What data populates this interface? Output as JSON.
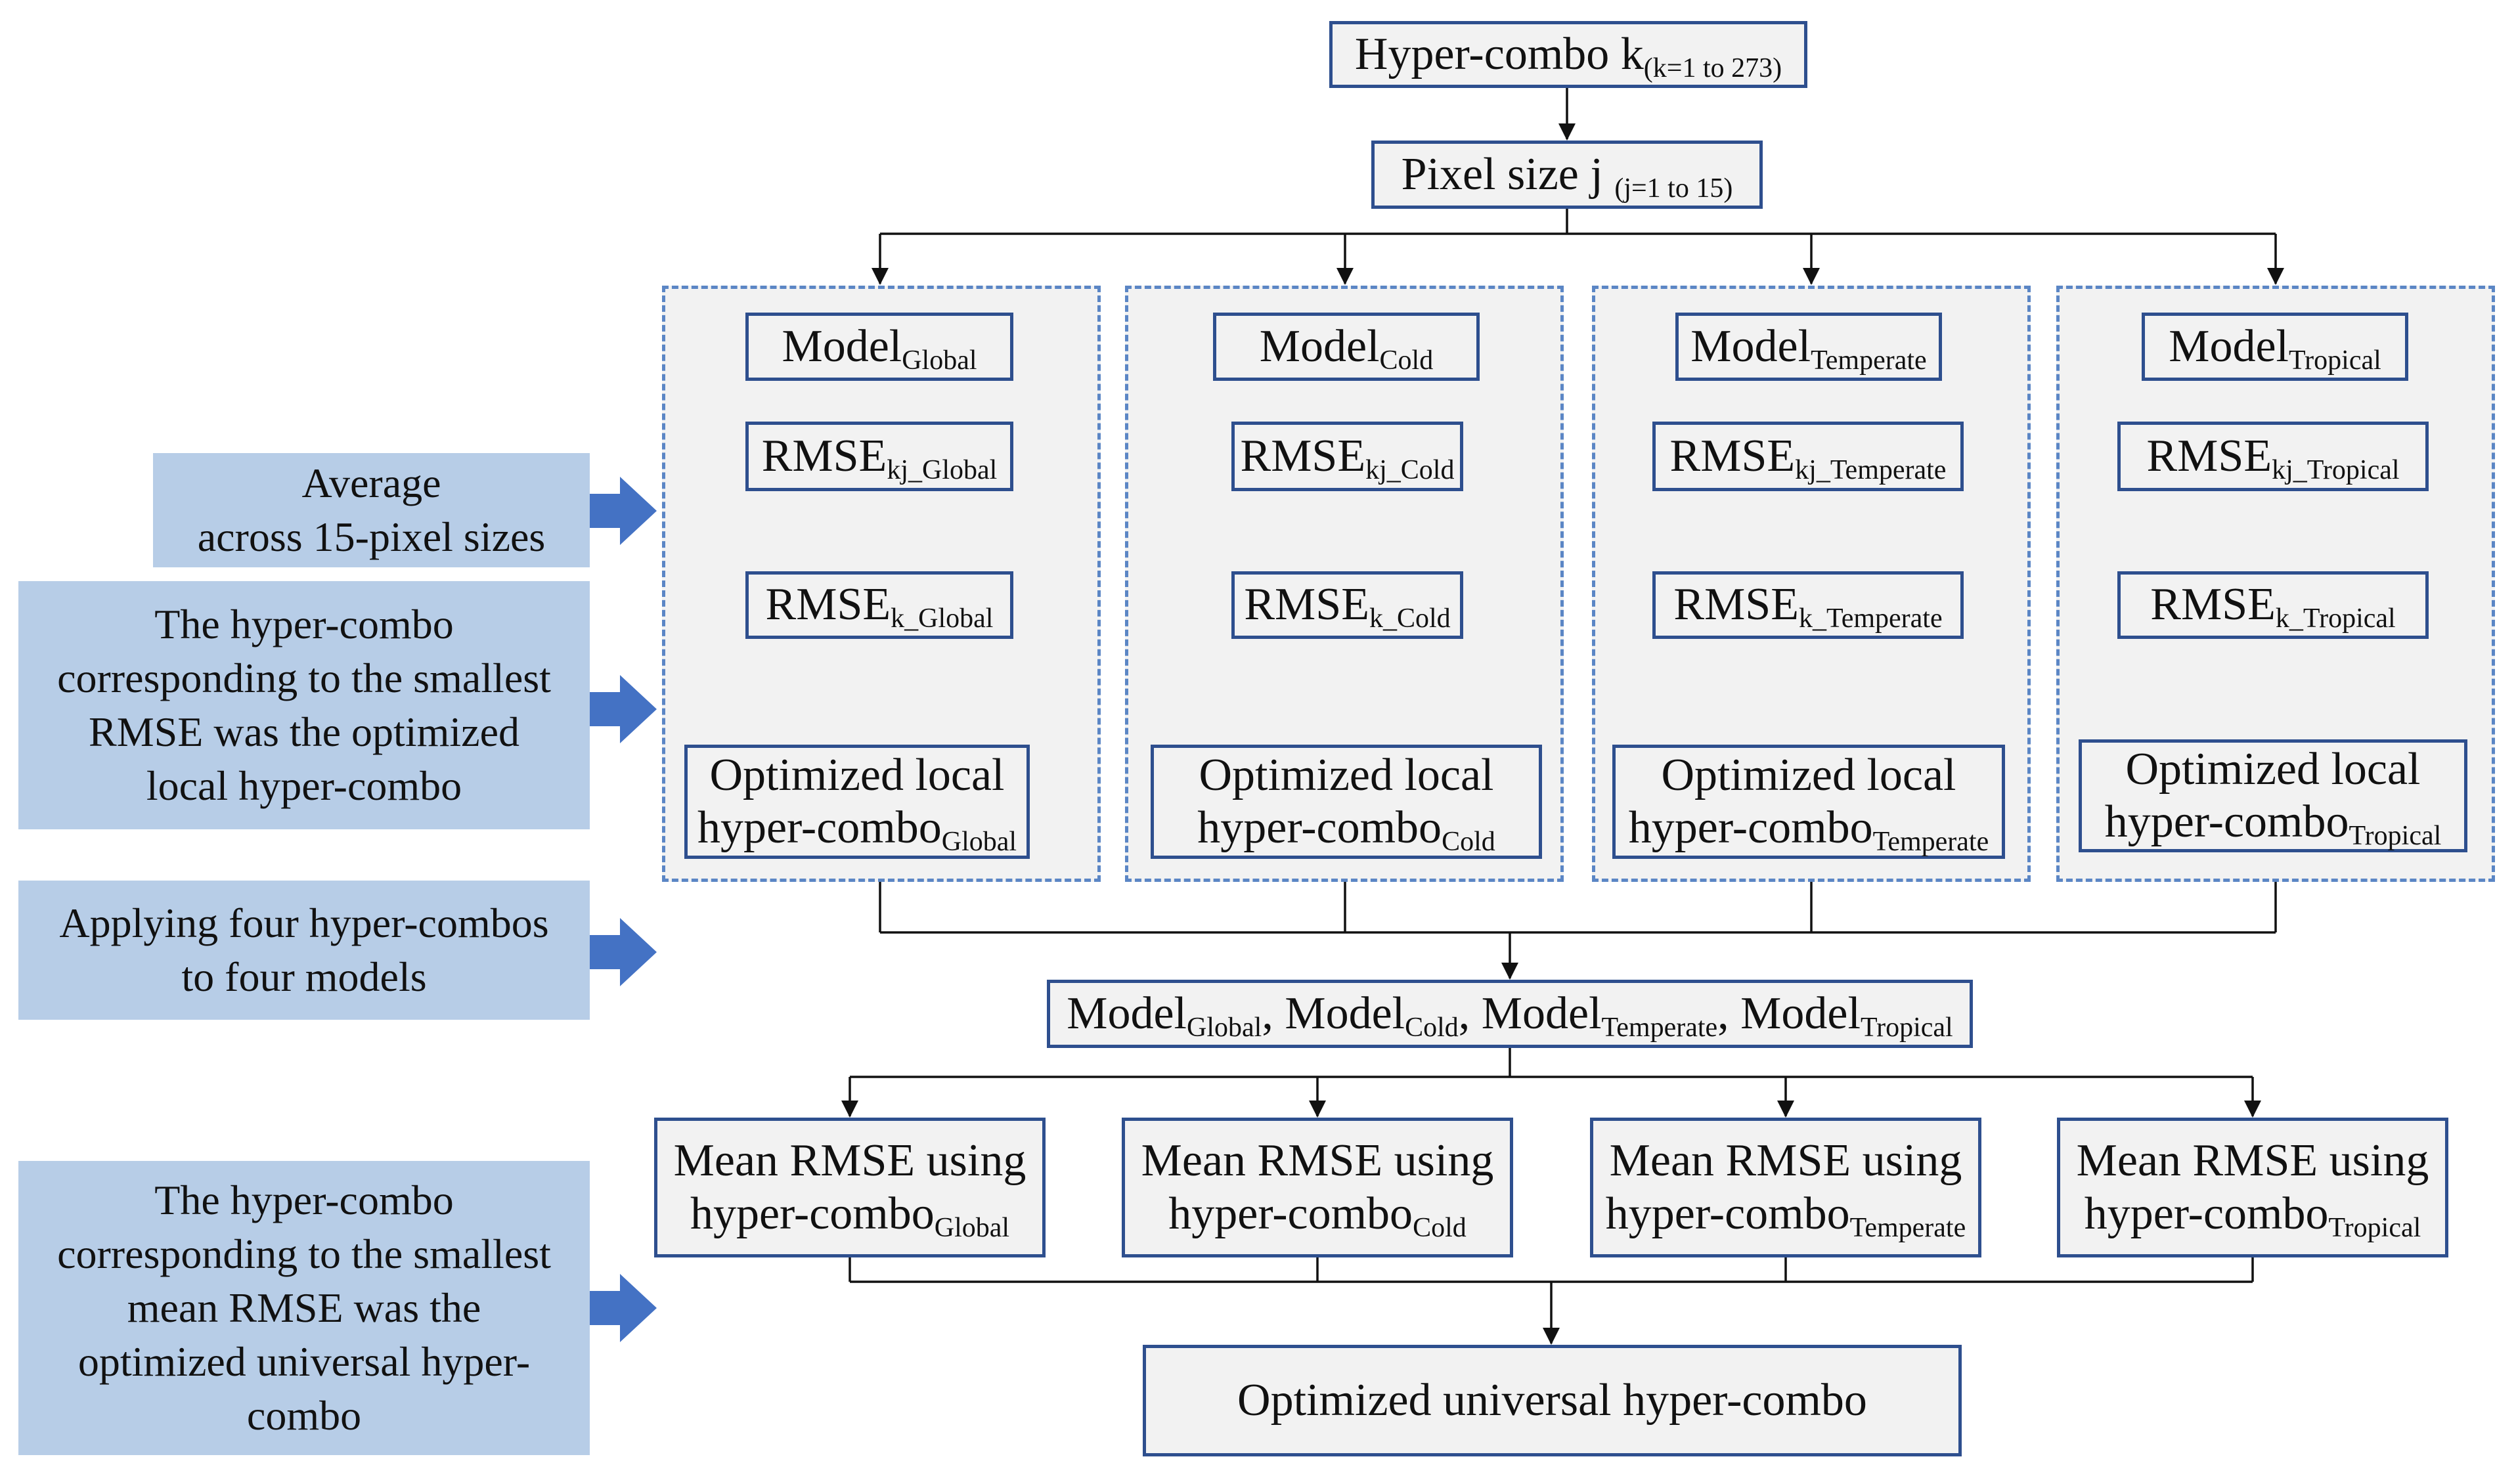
{
  "top": {
    "hyper_combo": {
      "main": "Hyper-combo k",
      "sub": "(k=1 to 273)"
    },
    "pixel_size": {
      "main": "Pixel size j ",
      "sub": "(j=1 to 15)"
    }
  },
  "regions": [
    {
      "key": "global",
      "model": {
        "main": "Model",
        "sub": "Global"
      },
      "rmse_kj": {
        "main": "RMSE",
        "sub": "kj_Global"
      },
      "rmse_k": {
        "main": "RMSE",
        "sub": "k_Global"
      },
      "opt_line1": "Optimized local",
      "opt_line2": {
        "main": "hyper-combo",
        "sub": "Global"
      }
    },
    {
      "key": "cold",
      "model": {
        "main": "Model",
        "sub": "Cold"
      },
      "rmse_kj": {
        "main": "RMSE",
        "sub": "kj_Cold"
      },
      "rmse_k": {
        "main": "RMSE",
        "sub": "k_Cold"
      },
      "opt_line1": "Optimized local",
      "opt_line2": {
        "main": "hyper-combo",
        "sub": "Cold"
      }
    },
    {
      "key": "temperate",
      "model": {
        "main": "Model",
        "sub": "Temperate"
      },
      "rmse_kj": {
        "main": "RMSE",
        "sub": "kj_Temperate"
      },
      "rmse_k": {
        "main": "RMSE",
        "sub": "k_Temperate"
      },
      "opt_line1": "Optimized local",
      "opt_line2": {
        "main": "hyper-combo",
        "sub": "Temperate"
      }
    },
    {
      "key": "tropical",
      "model": {
        "main": "Model",
        "sub": "Tropical"
      },
      "rmse_kj": {
        "main": "RMSE",
        "sub": "kj_Tropical"
      },
      "rmse_k": {
        "main": "RMSE",
        "sub": "k_Tropical"
      },
      "opt_line1": "Optimized local",
      "opt_line2": {
        "main": "hyper-combo",
        "sub": "Tropical"
      }
    }
  ],
  "models_box": {
    "m1": "Model",
    "s1": "Global",
    "sep1": ", ",
    "m2": "Model",
    "s2": "Cold",
    "sep2": ", ",
    "m3": "Model",
    "s3": "Temperate",
    "sep3": ", ",
    "m4": "Model",
    "s4": "Tropical"
  },
  "mean_boxes": [
    {
      "line1": "Mean RMSE using",
      "main": "hyper-combo",
      "sub": "Global"
    },
    {
      "line1": "Mean RMSE using",
      "main": "hyper-combo",
      "sub": "Cold"
    },
    {
      "line1": "Mean RMSE using",
      "main": "hyper-combo",
      "sub": "Temperate"
    },
    {
      "line1": "Mean RMSE using",
      "main": "hyper-combo",
      "sub": "Tropical"
    }
  ],
  "final_box": "Optimized universal hyper-combo",
  "notes": {
    "average": [
      "Average",
      "across 15-pixel sizes"
    ],
    "smallest_local": [
      "The hyper-combo",
      "corresponding to the smallest",
      "RMSE was the optimized",
      "local hyper-combo"
    ],
    "applying": [
      "Applying four hyper-combos",
      "to four models"
    ],
    "smallest_universal": [
      "The hyper-combo",
      "corresponding to the smallest",
      "mean RMSE was the",
      "optimized universal hyper-",
      "combo"
    ]
  },
  "colors": {
    "box_border": "#2e4f8e",
    "box_fill": "#f2f2f2",
    "region_border": "#5b86c5",
    "note_fill": "#b7cde7",
    "arrow_fill": "#4472c4"
  }
}
